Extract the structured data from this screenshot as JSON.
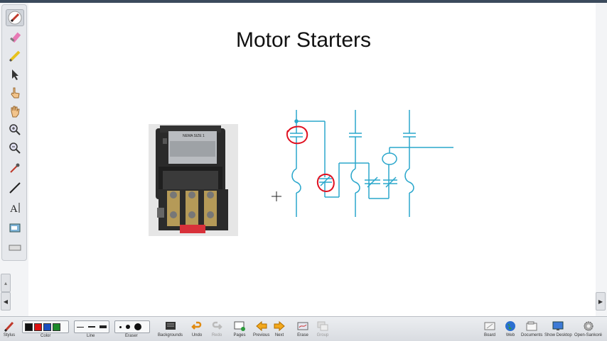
{
  "slide": {
    "title": "Motor Starters"
  },
  "photo": {
    "plate_text": "NEMA SIZE 1"
  },
  "left_toolbar": {
    "tools": [
      "pen-icon",
      "highlighter-pink-icon",
      "highlighter-yellow-icon",
      "select-arrow-icon",
      "pointer-hand-icon",
      "pan-hand-icon",
      "zoom-in-icon",
      "zoom-out-icon",
      "eyedropper-icon",
      "line-tool-icon",
      "text-tool-icon",
      "screenshot-icon",
      "keyboard-icon"
    ],
    "text_tool_label": "A"
  },
  "bottom_toolbar": {
    "stylus": "Stylus",
    "color": "Color",
    "line": "Line",
    "eraser": "Eraser",
    "backgrounds": "Backgrounds",
    "undo": "Undo",
    "redo": "Redo",
    "pages": "Pages",
    "previous": "Previous",
    "next": "Next",
    "erase": "Erase",
    "group": "Group",
    "board": "Board",
    "web": "Web",
    "documents": "Documents",
    "show_desktop": "Show Desktop",
    "open_sankore": "Open-Sankoré"
  },
  "colors": {
    "black": "#111111",
    "red": "#dd1111",
    "blue": "#1b4fbf",
    "green": "#1c8a2a",
    "diagram": "#2aa7cc",
    "annotation": "#e01020"
  }
}
